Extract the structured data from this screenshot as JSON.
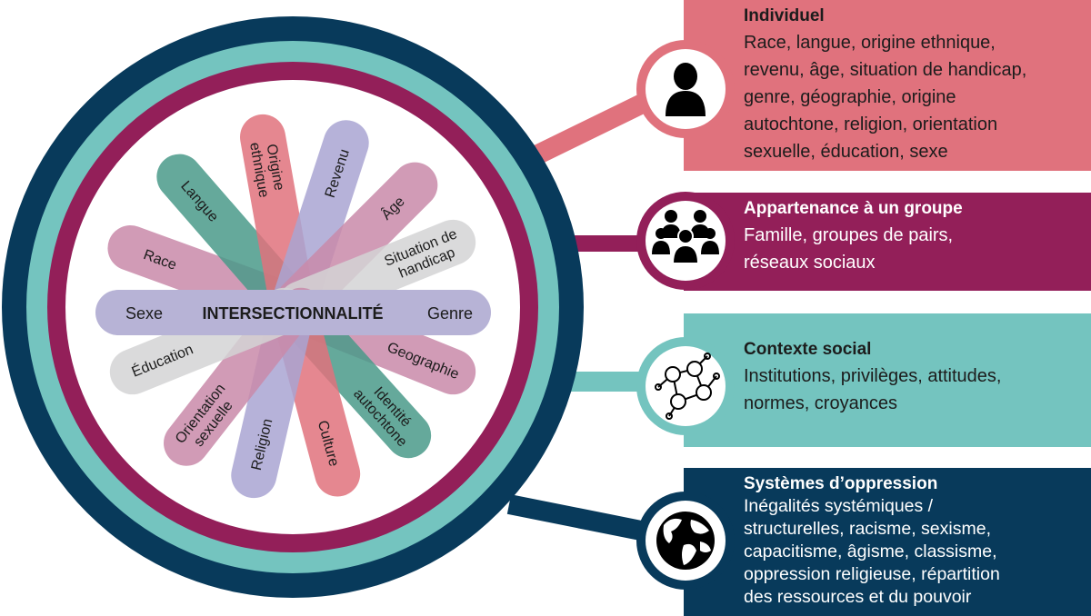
{
  "center_title": "INTERSECTIONNALITÉ",
  "petals": [
    {
      "id": "race",
      "lines": [
        "Race"
      ],
      "color": "#c98aa9"
    },
    {
      "id": "langue",
      "lines": [
        "Langue"
      ],
      "color": "#4a9a8a"
    },
    {
      "id": "origine",
      "lines": [
        "Origine",
        "ethnique"
      ],
      "color": "#e0727d"
    },
    {
      "id": "revenu",
      "lines": [
        "Revenu"
      ],
      "color": "#a9a5d2"
    },
    {
      "id": "age",
      "lines": [
        "Âge"
      ],
      "color": "#c98aa9"
    },
    {
      "id": "handicap",
      "lines": [
        "Situation de",
        "handicap"
      ],
      "color": "#d3d3d5"
    },
    {
      "id": "geographie",
      "lines": [
        "Geographie"
      ],
      "color": "#c98aa9"
    },
    {
      "id": "autochtone",
      "lines": [
        "Identité",
        "autochtone"
      ],
      "color": "#4a9a8a"
    },
    {
      "id": "culture",
      "lines": [
        "Culture"
      ],
      "color": "#e0727d"
    },
    {
      "id": "religion",
      "lines": [
        "Religion"
      ],
      "color": "#a9a5d2"
    },
    {
      "id": "orientation",
      "lines": [
        "Orientation",
        "sexuelle"
      ],
      "color": "#c98aa9"
    },
    {
      "id": "education",
      "lines": [
        "Éducation"
      ],
      "color": "#d3d3d5"
    }
  ],
  "center_bar": {
    "left": "Sexe",
    "right": "Genre",
    "color": "#b7b3d6"
  },
  "rings": {
    "outer": "#083a5b",
    "second": "#74c4bf",
    "third": "#931f59"
  },
  "panels": {
    "individuel": {
      "title": "Individuel",
      "lines": [
        "Race, langue, origine ethnique,",
        "revenu, âge, situation de handicap,",
        "genre,  géographie, origine",
        "autochtone, religion, orientation",
        "sexuelle,  éducation, sexe"
      ],
      "icon": "person-icon"
    },
    "groupe": {
      "title": "Appartenance à un groupe",
      "lines": [
        "Famille, groupes de pairs,",
        "réseaux sociaux"
      ],
      "icon": "group-icon"
    },
    "social": {
      "title": "Contexte social",
      "lines": [
        "Institutions, privilèges,  attitudes,",
        "normes, croyances"
      ],
      "icon": "network-icon"
    },
    "oppression": {
      "title": "Systèmes d’oppression",
      "lines": [
        "Inégalités systémiques /",
        "structurelles, racisme, sexisme,",
        "capacitisme, âgisme, classisme,",
        "oppression religieuse, répartition",
        "des ressources et du pouvoir"
      ],
      "icon": "globe-icon"
    }
  }
}
